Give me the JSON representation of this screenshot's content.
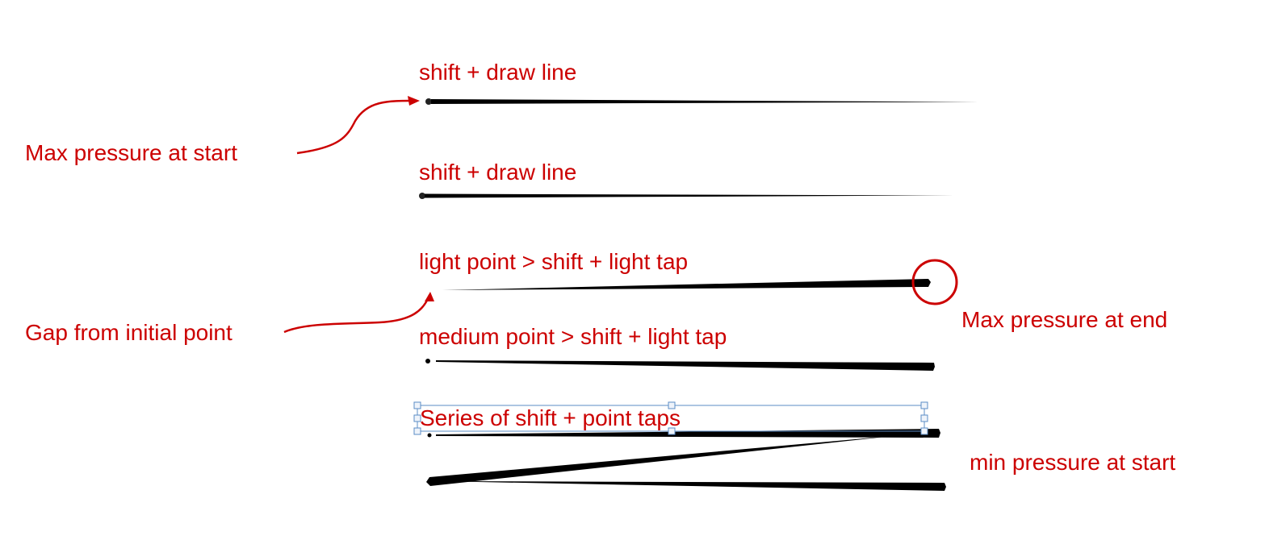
{
  "colors": {
    "annotation": "#cc0000",
    "ink": "#000000",
    "selection": "#5b8cc6"
  },
  "labels": {
    "line1": "shift + draw line",
    "line2": "shift + draw line",
    "line3": "light point > shift + light tap",
    "line4": "medium point > shift + light tap",
    "line5": "Series of shift + point taps"
  },
  "annotations": {
    "max_start": "Max pressure at start",
    "gap": "Gap from initial point",
    "max_end": "Max pressure at end",
    "min_start": "min pressure at start"
  }
}
